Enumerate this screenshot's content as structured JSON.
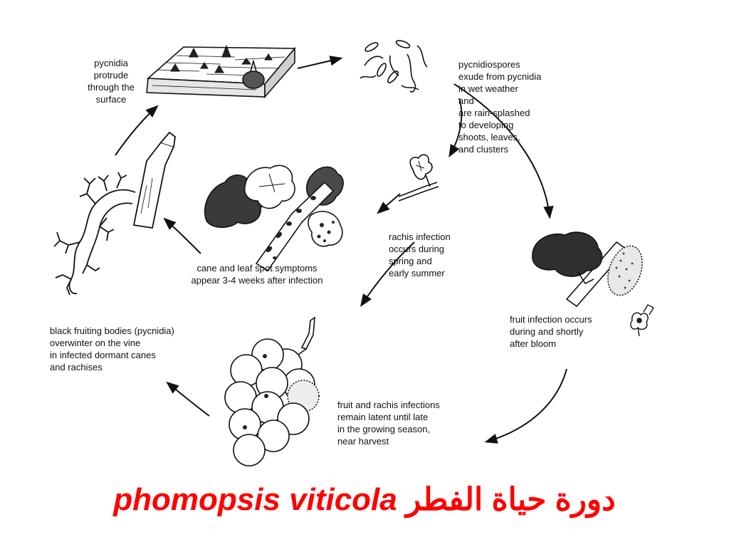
{
  "colors": {
    "ink": "#111111",
    "title": "#ff0000",
    "spot": "#2a2a2a"
  },
  "labels": {
    "pycnidia_protrude": "pycnidia\nprotrude\nthrough the\nsurface",
    "pycnidiospores_exude": "pycnidiospores\n    exude from pycnidia\n         in wet weather\n             and\n                are rain-splashed\n                  to developing\n                     shoots, leaves,\n                       and clusters",
    "cane_leaf_symptoms": "cane and leaf spot symptoms\nappear 3-4 weeks after infection",
    "rachis_infection": "rachis infection\n    occurs during\nspring and\nearly summer",
    "fruit_infection": "fruit infection occurs\nduring and shortly\nafter bloom",
    "black_fruiting_bodies": "black fruiting bodies (pycnidia)\noverwinter on the vine\nin infected dormant canes\nand rachises",
    "latent_infections": "fruit and rachis infections\nremain latent until late\n  in the growing season,\n    near harvest"
  },
  "title": {
    "latin": "phomopsis viticola",
    "arabic": "دورة حياة الفطر"
  }
}
